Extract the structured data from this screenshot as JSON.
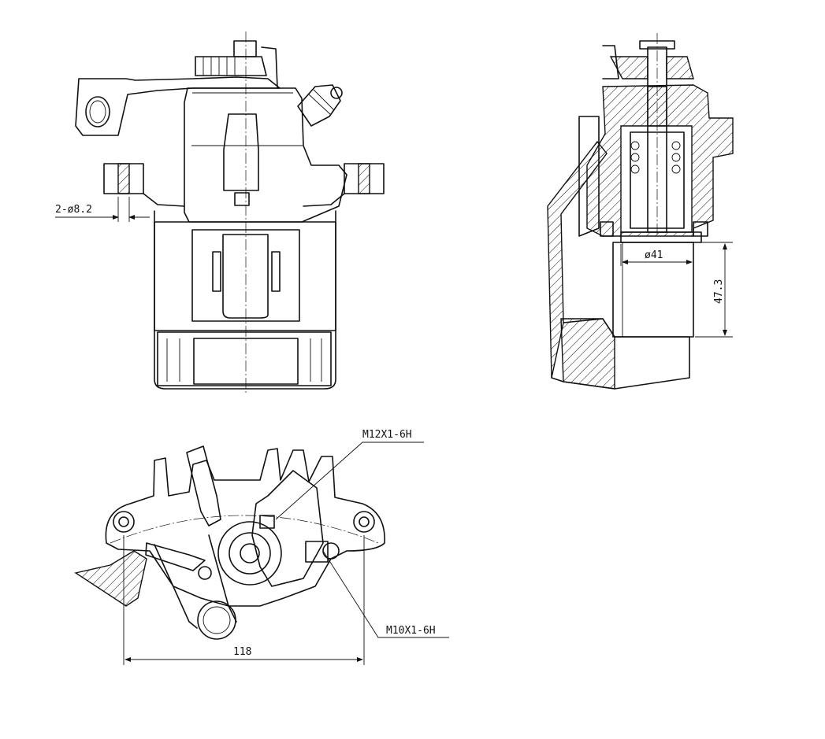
{
  "annotations": {
    "hole_dia": "2-ø8.2",
    "piston_dia": "ø41",
    "piston_height": "47.3",
    "thread_big": "M12X1-6H",
    "thread_small": "M10X1-6H",
    "mount_spacing": "118"
  }
}
